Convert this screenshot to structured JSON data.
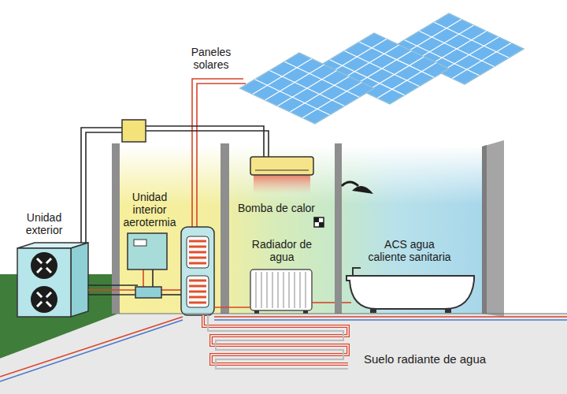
{
  "diagram": {
    "labels": [
      "Paneles solares",
      "Unidad exterior",
      "Unidad interior aerotermia",
      "Bomba de calor",
      "Radiador de agua",
      "ACS agua caliente sanitaria",
      "Suelo radiante de agua"
    ]
  }
}
